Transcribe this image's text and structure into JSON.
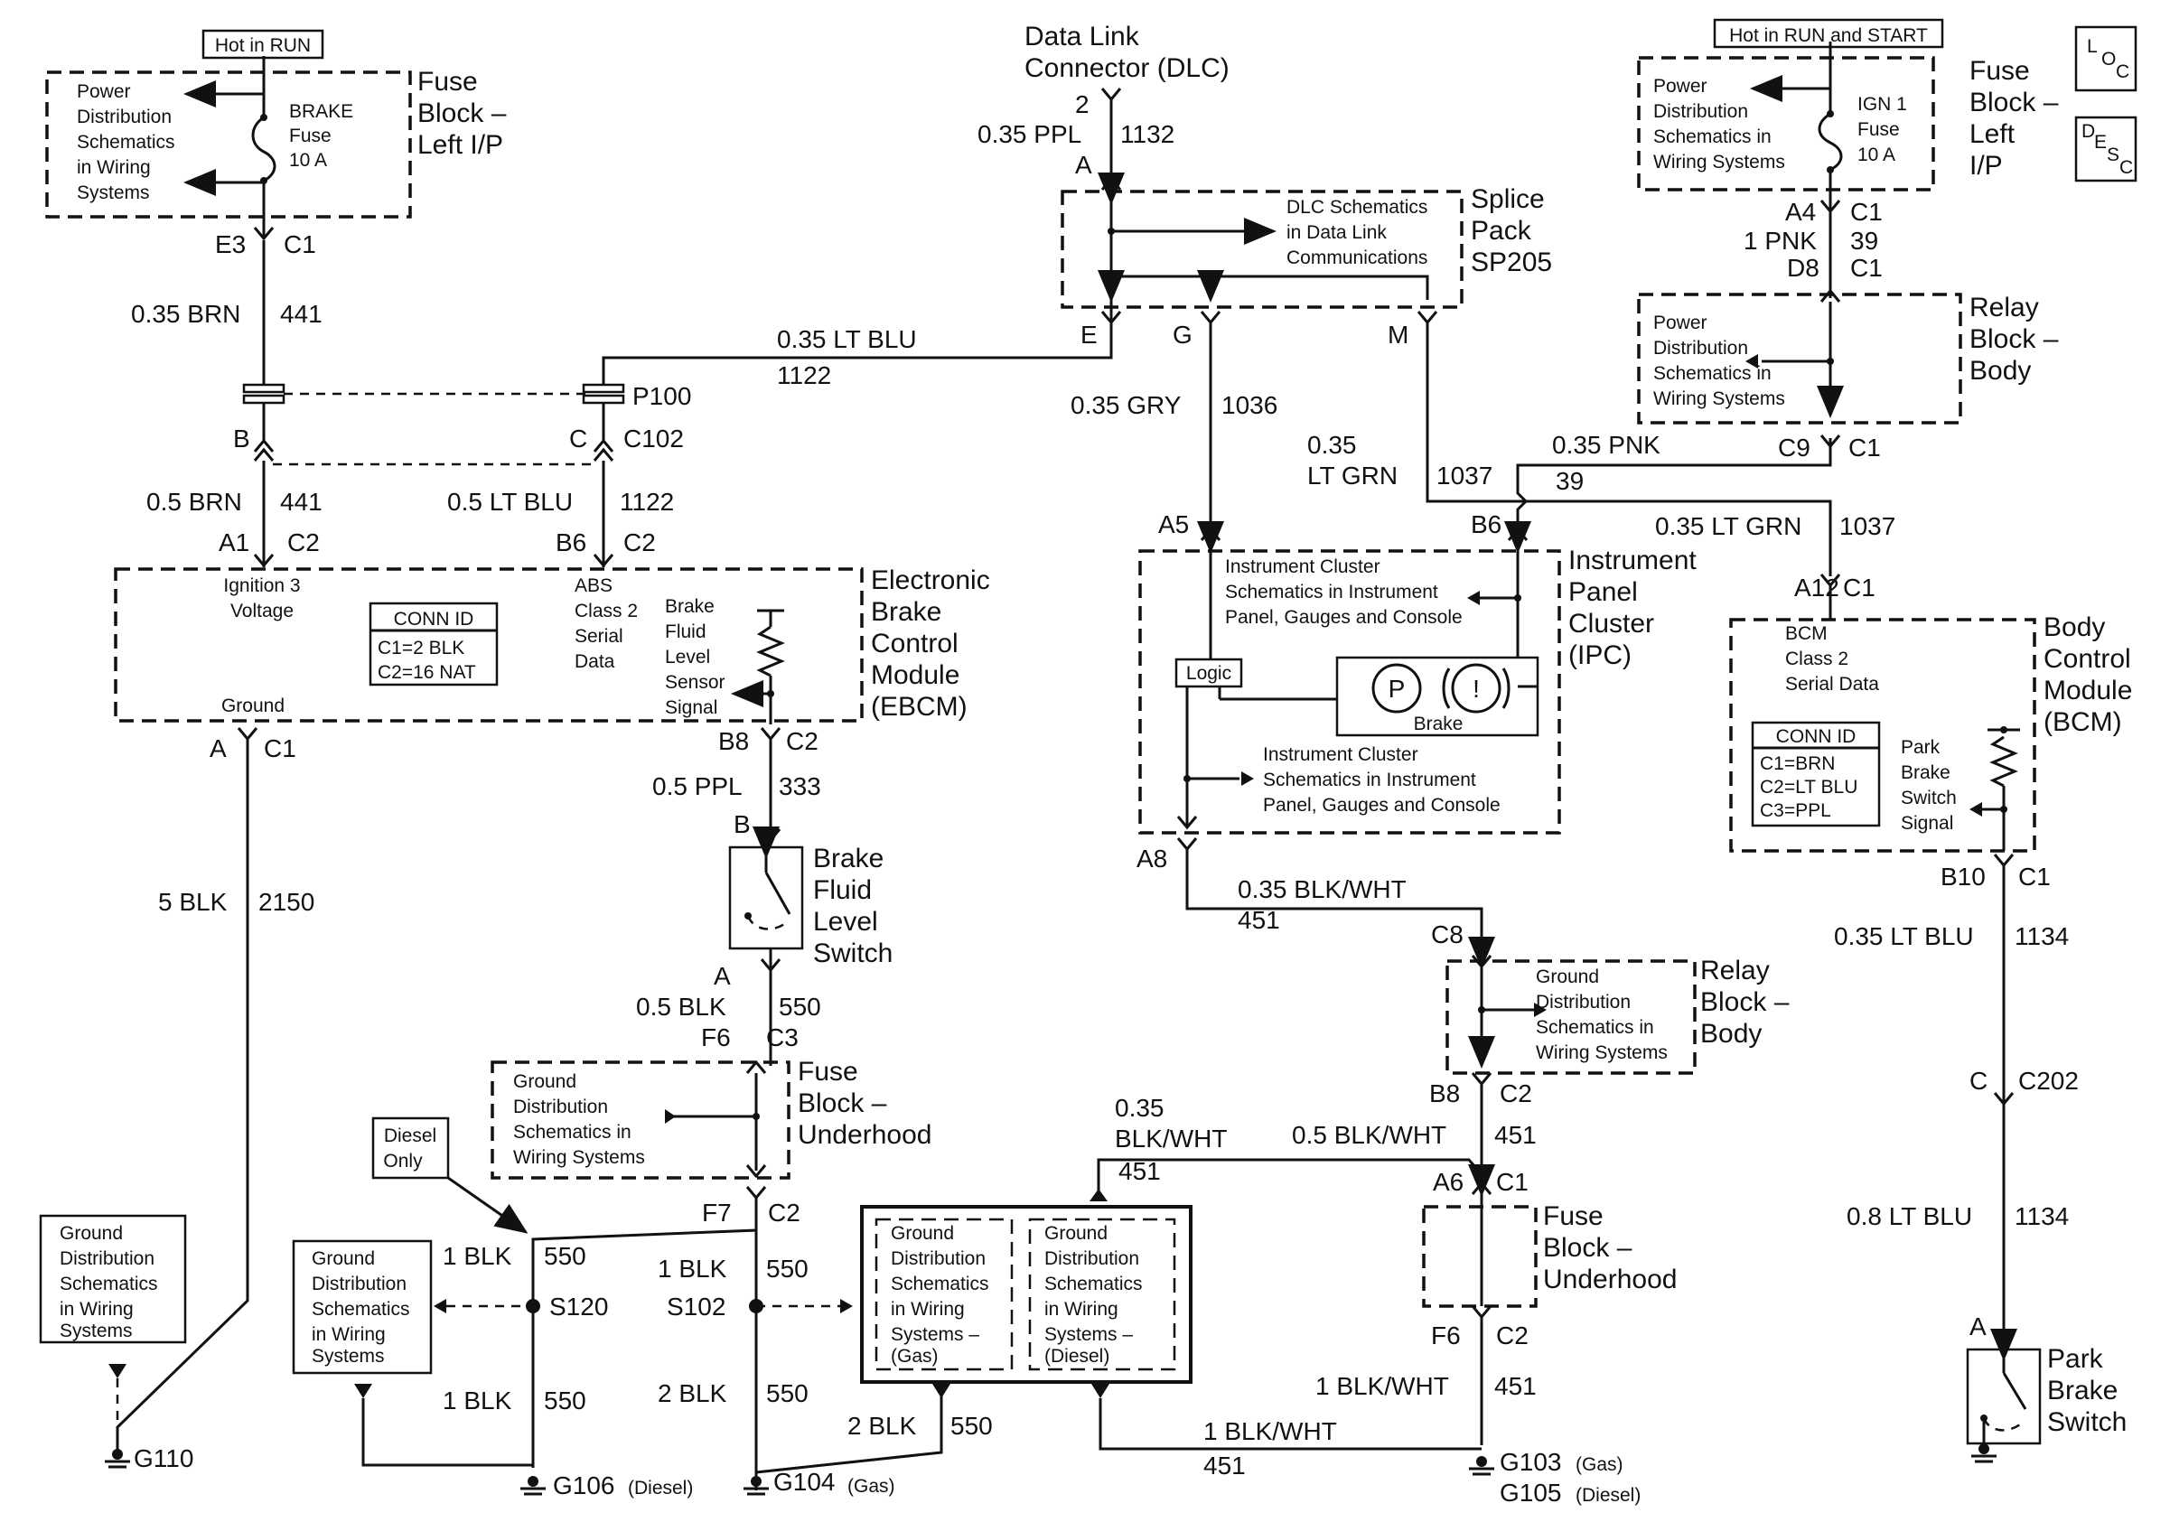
{
  "header": {
    "hot_run": "Hot in RUN",
    "hot_run_start": "Hot in RUN and START",
    "loc_icon": "L O C",
    "desc_icon": "D E S C"
  },
  "fuse_left": {
    "title": [
      "Fuse",
      "Block –",
      "Left I/P"
    ],
    "inner": [
      "Power",
      "Distribution",
      "Schematics",
      "in Wiring",
      "Systems"
    ],
    "fuse": [
      "BRAKE",
      "Fuse",
      "10 A"
    ],
    "pin_a": "E3",
    "conn": "C1"
  },
  "dlc": {
    "title": [
      "Data Link",
      "Connector (DLC)"
    ],
    "pin": "2",
    "wire": "0.35 PPL",
    "circuit": "1132",
    "pin_letter": "A"
  },
  "splice": {
    "title": [
      "Splice",
      "Pack",
      "SP205"
    ],
    "inner": [
      "DLC Schematics",
      "in Data Link",
      "Communications"
    ],
    "pins": [
      "E",
      "G",
      "M"
    ]
  },
  "fuse_right": {
    "title": [
      "Fuse",
      "Block –",
      "Left",
      "I/P"
    ],
    "inner": [
      "Power",
      "Distribution",
      "Schematics in",
      "Wiring Systems"
    ],
    "fuse": [
      "IGN 1",
      "Fuse",
      "10 A"
    ],
    "pin_a": "A4",
    "conn": "C1",
    "wire": "1 PNK",
    "circuit": "39",
    "pin_b": "D8",
    "conn_b": "C1"
  },
  "relay_top": {
    "title": [
      "Relay",
      "Block –",
      "Body"
    ],
    "inner": [
      "Power",
      "Distribution",
      "Schematics in",
      "Wiring Systems"
    ],
    "pin": "C9",
    "conn": "C1"
  },
  "wires": {
    "w441": "0.35 BRN",
    "c441": "441",
    "w1122": "0.35 LT BLU",
    "c1122": "1122",
    "p100": "P100",
    "b_pin": "B",
    "c_pin": "C",
    "c102": "C102",
    "w441b": "0.5 BRN",
    "c441b": "441",
    "w1122b": "0.5 LT BLU",
    "c1122b": "1122",
    "a1": "A1",
    "c2a": "C2",
    "b6": "B6",
    "c2b": "C2",
    "w1036": "0.35 GRY",
    "c1036": "1036",
    "w1037a": "0.35",
    "w1037b": "LT GRN",
    "c1037": "1037",
    "w39": "0.35 PNK",
    "c39": "39",
    "w1037c": "0.35 LT GRN",
    "c1037c": "1037"
  },
  "ebcm": {
    "title": [
      "Electronic",
      "Brake",
      "Control",
      "Module",
      "(EBCM)"
    ],
    "ign": [
      "Ignition 3",
      "Voltage"
    ],
    "abs": [
      "ABS",
      "Class 2",
      "Serial",
      "Data"
    ],
    "sensor": [
      "Brake",
      "Fluid",
      "Level",
      "Sensor",
      "Signal"
    ],
    "conn_id": [
      "CONN ID",
      "C1=2 BLK",
      "C2=16 NAT"
    ],
    "ground": "Ground",
    "pin_a": "A",
    "conn_a": "C1",
    "pin_b8": "B8",
    "conn_b8": "C2"
  },
  "ipc": {
    "title": [
      "Instrument",
      "Panel",
      "Cluster",
      "(IPC)"
    ],
    "top": [
      "Instrument Cluster",
      "Schematics in Instrument",
      "Panel, Gauges and Console"
    ],
    "bottom": [
      "Instrument Cluster",
      "Schematics in Instrument",
      "Panel, Gauges and Console"
    ],
    "logic": "Logic",
    "brake": "Brake",
    "p": "P",
    "excl": "!",
    "a5": "A5",
    "b6": "B6",
    "a8": "A8"
  },
  "bcm": {
    "title": [
      "Body",
      "Control",
      "Module",
      "(BCM)"
    ],
    "serial": [
      "BCM",
      "Class 2",
      "Serial Data"
    ],
    "conn_id": [
      "CONN ID",
      "C1=BRN",
      "C2=LT BLU",
      "C3=PPL"
    ],
    "park": [
      "Park",
      "Brake",
      "Switch",
      "Signal"
    ],
    "a12": "A12",
    "c1": "C1",
    "b10": "B10",
    "c1b": "C1"
  },
  "lower_left": {
    "w2150": "5 BLK",
    "c2150": "2150",
    "w333": "0.5 PPL",
    "c333": "333",
    "b": "B",
    "switch": [
      "Brake",
      "Fluid",
      "Level",
      "Switch"
    ],
    "a": "A",
    "w550": "0.5 BLK",
    "c550": "550",
    "f6": "F6",
    "c3": "C3",
    "fbu": [
      "Fuse",
      "Block –",
      "Underhood"
    ],
    "fbu_inner": [
      "Ground",
      "Distribution",
      "Schematics in",
      "Wiring Systems"
    ],
    "f7": "F7",
    "c2": "C2",
    "diesel": [
      "Diesel",
      "Only"
    ],
    "w1blk": "1 BLK",
    "c550a": "550",
    "w1blkb": "1 BLK",
    "c550b": "550",
    "s120": "S120",
    "s102": "S102",
    "w1blkc": "1 BLK",
    "c550c": "550",
    "w2blk": "2 BLK",
    "c550d": "550",
    "w2blkb": "2 BLK",
    "c550e": "550",
    "gd1": [
      "Ground",
      "Distribution",
      "Schematics",
      "in Wiring",
      "Systems"
    ],
    "gd2": [
      "Ground",
      "Distribution",
      "Schematics",
      "in Wiring",
      "Systems"
    ],
    "g110": "G110",
    "g106": "G106",
    "g106s": "(Diesel)",
    "g104": "G104",
    "g104s": "(Gas)"
  },
  "lower_mid": {
    "w451": "0.35 BLK/WHT",
    "c451": "451",
    "c8": "C8",
    "relay": [
      "Relay",
      "Block –",
      "Body"
    ],
    "relay_inner": [
      "Ground",
      "Distribution",
      "Schematics in",
      "Wiring Systems"
    ],
    "b8": "B8",
    "c2": "C2",
    "w451b1": "0.35",
    "w451b2": "BLK/WHT",
    "c451b": "451",
    "w451c": "0.5 BLK/WHT",
    "c451c": "451",
    "a6": "A6",
    "c1": "C1",
    "fbu": [
      "Fuse",
      "Block –",
      "Underhood"
    ],
    "f6": "F6",
    "c2b": "C2",
    "w451d": "1 BLK/WHT",
    "c451d": "451",
    "w451e": "1 BLK/WHT",
    "c451e": "451",
    "gas": [
      "Ground",
      "Distribution",
      "Schematics",
      "in Wiring",
      "Systems –",
      "(Gas)"
    ],
    "dsl": [
      "Ground",
      "Distribution",
      "Schematics",
      "in Wiring",
      "Systems –",
      "(Diesel)"
    ],
    "g103": "G103",
    "g103s": "(Gas)",
    "g105": "G105",
    "g105s": "(Diesel)"
  },
  "lower_right": {
    "w1134": "0.35 LT BLU",
    "c1134": "1134",
    "c": "C",
    "c202": "C202",
    "w1134b": "0.8 LT BLU",
    "c1134b": "1134",
    "a": "A",
    "switch": [
      "Park",
      "Brake",
      "Switch"
    ]
  }
}
